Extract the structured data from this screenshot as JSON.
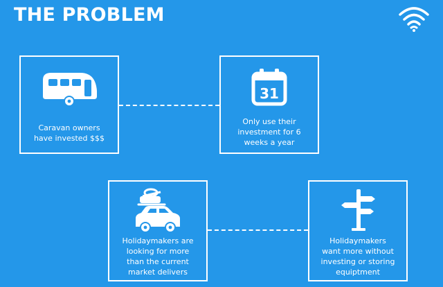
{
  "slide": {
    "title": "THE PROBLEM"
  },
  "logo": {
    "icon": "wifi-arc-logo-icon"
  },
  "cards": [
    {
      "icon": "caravan-icon",
      "lines": [
        "Caravan owners",
        "have invested $$$"
      ]
    },
    {
      "icon": "calendar-icon",
      "calendar_number": "31",
      "lines": [
        "Only use their",
        "investment for 6",
        "weeks a year"
      ]
    },
    {
      "icon": "car-with-luggage-icon",
      "lines": [
        "Holidaymakers  are",
        "looking for more",
        "than the current",
        "market delivers"
      ]
    },
    {
      "icon": "signpost-icon",
      "lines": [
        "Holidaymakers",
        "want more without",
        "investing or storing",
        "equiptment"
      ]
    }
  ],
  "colors": {
    "background": "#2497e9",
    "foreground": "#ffffff"
  }
}
